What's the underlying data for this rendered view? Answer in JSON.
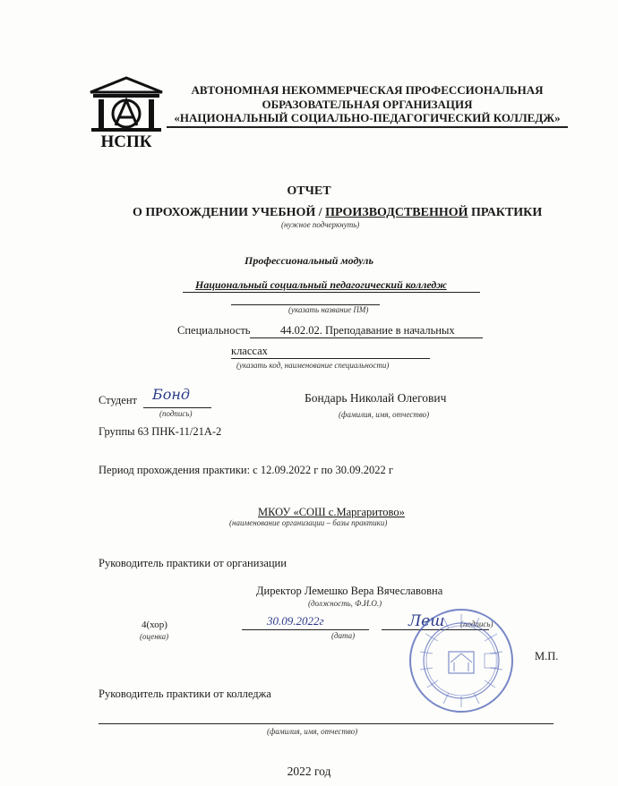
{
  "header": {
    "logo_text": "НСПК",
    "org_line1": "АВТОНОМНАЯ НЕКОММЕРЧЕСКАЯ ПРОФЕССИОНАЛЬНАЯ",
    "org_line2": "ОБРАЗОВАТЕЛЬНАЯ ОРГАНИЗАЦИЯ",
    "org_line3": "«НАЦИОНАЛЬНЫЙ СОЦИАЛЬНО-ПЕДАГОГИЧЕСКИЙ КОЛЛЕДЖ»"
  },
  "title": {
    "line1": "ОТЧЕТ",
    "line2_prefix": "О ПРОХОЖДЕНИИ УЧЕБНОЙ / ",
    "line2_selected": "ПРОИЗВОДСТВЕННОЙ",
    "line2_suffix": " ПРАКТИКИ",
    "hint": "(нужное подчеркнуть)"
  },
  "module": {
    "label": "Профессиональный модуль",
    "value": "Национальный социальный педагогический колледж",
    "hint": "(указать название ПМ)"
  },
  "specialty": {
    "label": "Специальность",
    "value_line1": "44.02.02. Преподавание в начальных",
    "value_line2": "классах",
    "hint": "(указать код, наименование специальности)"
  },
  "student": {
    "label": "Студент",
    "signature": "Бонд",
    "signature_hint": "(подпись)",
    "name": "Бондарь Николай Олегович",
    "name_hint": "(фамилия, имя, отчество)",
    "group": "Группы 63 ПНК-11/21А-2"
  },
  "period": {
    "text": "Период прохождения практики: с 12.09.2022 г  по 30.09.2022 г"
  },
  "organization": {
    "name": "МКОУ «СОШ с.Маргаритово»",
    "hint": "(наименование организации – базы практики)"
  },
  "org_supervisor": {
    "label": "Руководитель практики от организации",
    "name": "Директор Лемешко Вера Вячеславовна",
    "hint": "(должность, Ф.И.О.)",
    "grade": "4(хор)",
    "grade_hint": "(оценка)",
    "date": "30.09.2022г",
    "date_hint": "(дата)",
    "signature": "Леш",
    "signature_hint": "(подпись)",
    "stamp_label": "М.П."
  },
  "college_supervisor": {
    "label": "Руководитель практики от колледжа",
    "hint": "(фамилия, имя, отчество)"
  },
  "footer": {
    "year": "2022 год"
  }
}
